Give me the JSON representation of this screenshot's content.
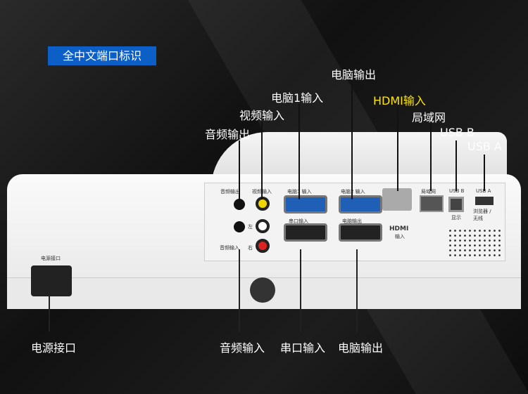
{
  "badge": "全中文端口标识",
  "callouts_top": {
    "computer_out": "电脑输出",
    "computer1_in": "电脑1输入",
    "video_in": "视频输入",
    "audio_out": "音频输出",
    "hdmi_in": "HDMI输入",
    "lan": "局域网",
    "usb_b": "USB B",
    "usb_a": "USB A"
  },
  "callouts_bottom": {
    "power": "电源接口",
    "audio_in": "音频输入",
    "serial_in": "串口输入",
    "computer_out": "电脑输出"
  },
  "panel_labels": {
    "audio_out": "音频输出",
    "video_in": "视频输入",
    "pc1": "电脑1 输入",
    "pc2": "电脑2 输入",
    "serial": "串口输入",
    "pc_out": "电脑输出",
    "left": "左",
    "right": "右",
    "audio_in": "音频输入",
    "hdmi": "HDMI",
    "hdmi_in": "输入",
    "lan": "局域网",
    "usb_b": "USB B",
    "usb_b_sub": "显示",
    "usb_a": "USB A",
    "usb_a_sub": "浏览器 / 无线",
    "power": "电源接口"
  },
  "colors": {
    "badge": "#0b5fc6",
    "highlight": "#ffe600"
  }
}
